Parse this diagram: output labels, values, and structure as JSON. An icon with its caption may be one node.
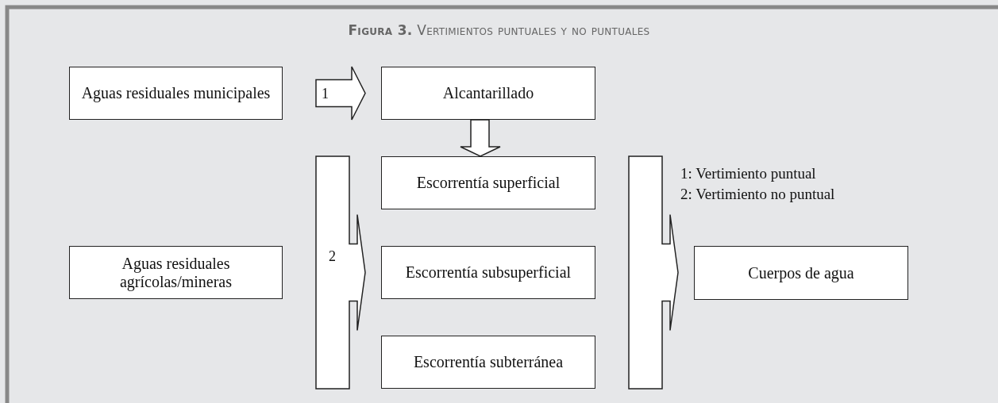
{
  "diagram": {
    "title": "**Figura 3.** Vertimientos puntuales y no puntuales",
    "nodes": [
      {
        "text": [
          "Aguas residuales municipales"
        ]
      },
      {
        "text": [
          "Alcantarillado"
        ]
      },
      {
        "text": [
          "Escorrentía superficial"
        ]
      },
      {
        "text": [
          "Escorrentía subsuperficial"
        ]
      },
      {
        "text": [
          "Escorrentía subterránea"
        ]
      },
      {
        "text": [
          "Aguas residuales agrícolas/mineras"
        ]
      },
      {
        "text": [
          "Cuerpos de agua"
        ]
      }
    ],
    "edges": [
      {
        "from": 0,
        "to": 1,
        "arrow": "to",
        "label": "1"
      },
      {
        "from": 1,
        "to": 2,
        "arrow": "to"
      },
      {
        "from": 5,
        "to": 2,
        "arrow": "to"
      },
      {
        "from": 5,
        "to": 3,
        "arrow": "to",
        "label": "2"
      },
      {
        "from": 5,
        "to": 4,
        "arrow": "to"
      },
      {
        "from": 2,
        "to": 6,
        "arrow": "to"
      },
      {
        "from": 3,
        "to": 6,
        "arrow": "to"
      },
      {
        "from": 4,
        "to": 6,
        "arrow": "to"
      }
    ],
    "labels": [
      "1: Vertimiento puntual",
      "2: Vertimiento no puntual"
    ]
  }
}
